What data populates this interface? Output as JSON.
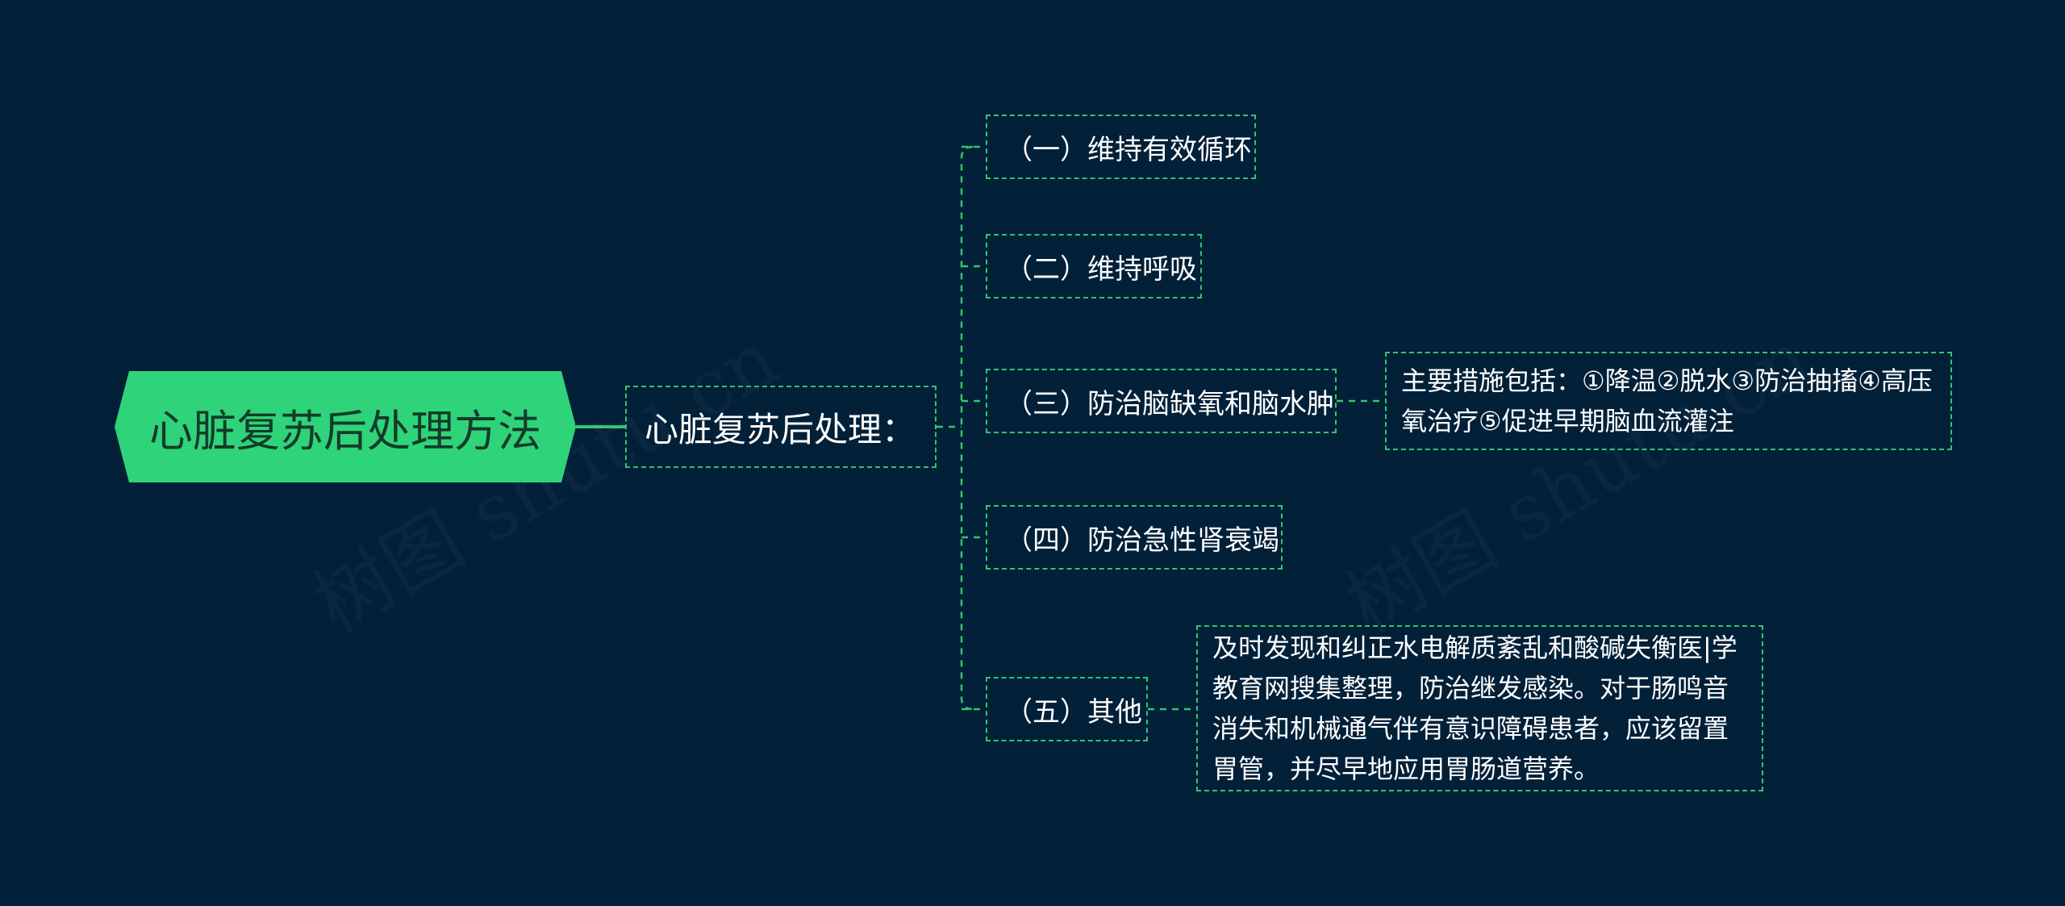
{
  "root": {
    "label": "心脏复苏后处理方法"
  },
  "main": {
    "label": "心脏复苏后处理："
  },
  "branches": [
    {
      "label": "（一）维持有效循环"
    },
    {
      "label": "（二）维持呼吸"
    },
    {
      "label": "（三）防治脑缺氧和脑水肿"
    },
    {
      "label": "（四）防治急性肾衰竭"
    },
    {
      "label": "（五）其他"
    }
  ],
  "details": {
    "b3": "主要措施包括：①降温②脱水③防治抽搐④高压氧治疗⑤促进早期脑血流灌注",
    "b5": "及时发现和纠正水电解质紊乱和酸碱失衡医|学教育网搜集整理，防治继发感染。对于肠鸣音消失和机械通气伴有意识障碍患者，应该留置胃管，并尽早地应用胃肠道营养。"
  },
  "watermark": "树图 shutu.cn",
  "colors": {
    "background": "#022038",
    "accent": "#2fd37a",
    "line": "#34c46b"
  }
}
